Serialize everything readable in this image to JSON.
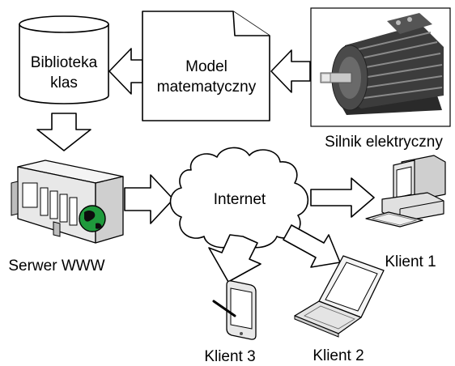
{
  "nodes": {
    "library": {
      "label_line1": "Biblioteka",
      "label_line2": "klas"
    },
    "model": {
      "label_line1": "Model",
      "label_line2": "matematyczny"
    },
    "motor": {
      "label": "Silnik elektryczny"
    },
    "server": {
      "label": "Serwer WWW"
    },
    "internet": {
      "label": "Internet"
    },
    "client1": {
      "label": "Klient 1"
    },
    "client2": {
      "label": "Klient 2"
    },
    "client3": {
      "label": "Klient 3"
    }
  },
  "colors": {
    "stroke": "#000000",
    "fill": "#ffffff",
    "globe": "#1f9a3c",
    "server_body": "#e8e8e8"
  }
}
